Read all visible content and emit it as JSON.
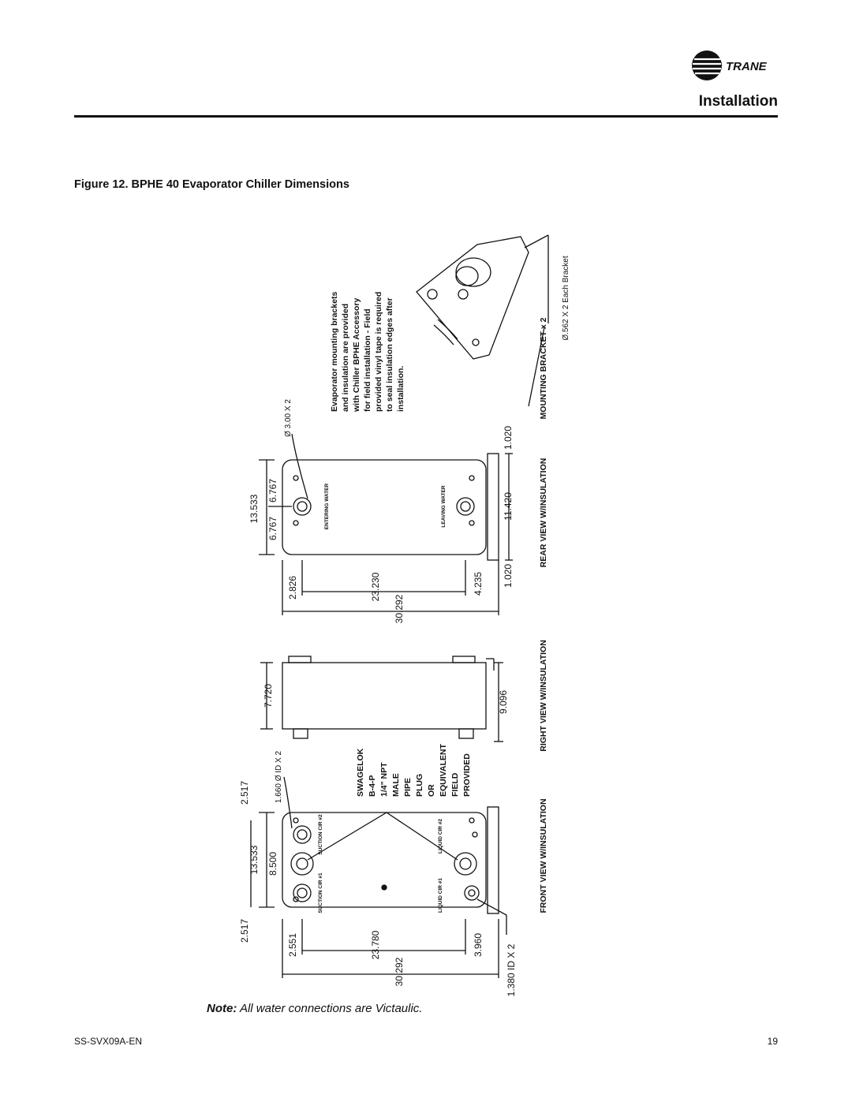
{
  "header": {
    "brand": "TRANE",
    "section_title": "Installation"
  },
  "figure": {
    "caption": "Figure 12. BPHE 40 Evaporator Chiller Dimensions",
    "views": {
      "front": "FRONT VIEW W/INSULATION",
      "right": "RIGHT VIEW W/INSULATION",
      "rear": "REAR VIEW W/INSULATION",
      "bracket": "MOUNTING BRACKET x 2"
    },
    "front": {
      "dims": [
        "2.517",
        "13.533",
        "8.500",
        "2.517",
        "2.551",
        "23.780",
        "30.292",
        "3.960",
        "1.380 ID X 2",
        "1.660 Ø ID X 2"
      ],
      "ports": [
        "SUCTION CIR #2",
        "SUCTION CIR #1",
        "LIQUID CIR #2",
        "LIQUID CIR #1"
      ],
      "fitting_note": [
        "SWAGELOK",
        "B-4-P",
        "1/4\" NPT",
        "MALE",
        "PIPE",
        "PLUG",
        "OR",
        "EQUIVALENT",
        "FIELD",
        "PROVIDED"
      ]
    },
    "right": {
      "dims": [
        "7.720",
        "9.096"
      ]
    },
    "rear": {
      "dims": [
        "13.533",
        "6.767",
        "6.767",
        "2.826",
        "23.230",
        "30.292",
        "4.235",
        "1.020",
        "11.420",
        "1.020",
        "Ø 3.00 X 2"
      ],
      "ports": [
        "ENTERING WATER",
        "LEAVING WATER"
      ]
    },
    "bracket": {
      "note": [
        "Evaporator mounting brackets",
        "and insulation are provided",
        "with Chiller BPHE Accessory",
        "for field installation - Field",
        "provided vinyl tape is required",
        "to seal insulation edges after",
        "installation."
      ],
      "hole": "Ø.562 X 2 Each Bracket"
    }
  },
  "note": {
    "label": "Note:",
    "text": "All water connections are Victaulic."
  },
  "footer": {
    "doc_id": "SS-SVX09A-EN",
    "page": "19"
  }
}
